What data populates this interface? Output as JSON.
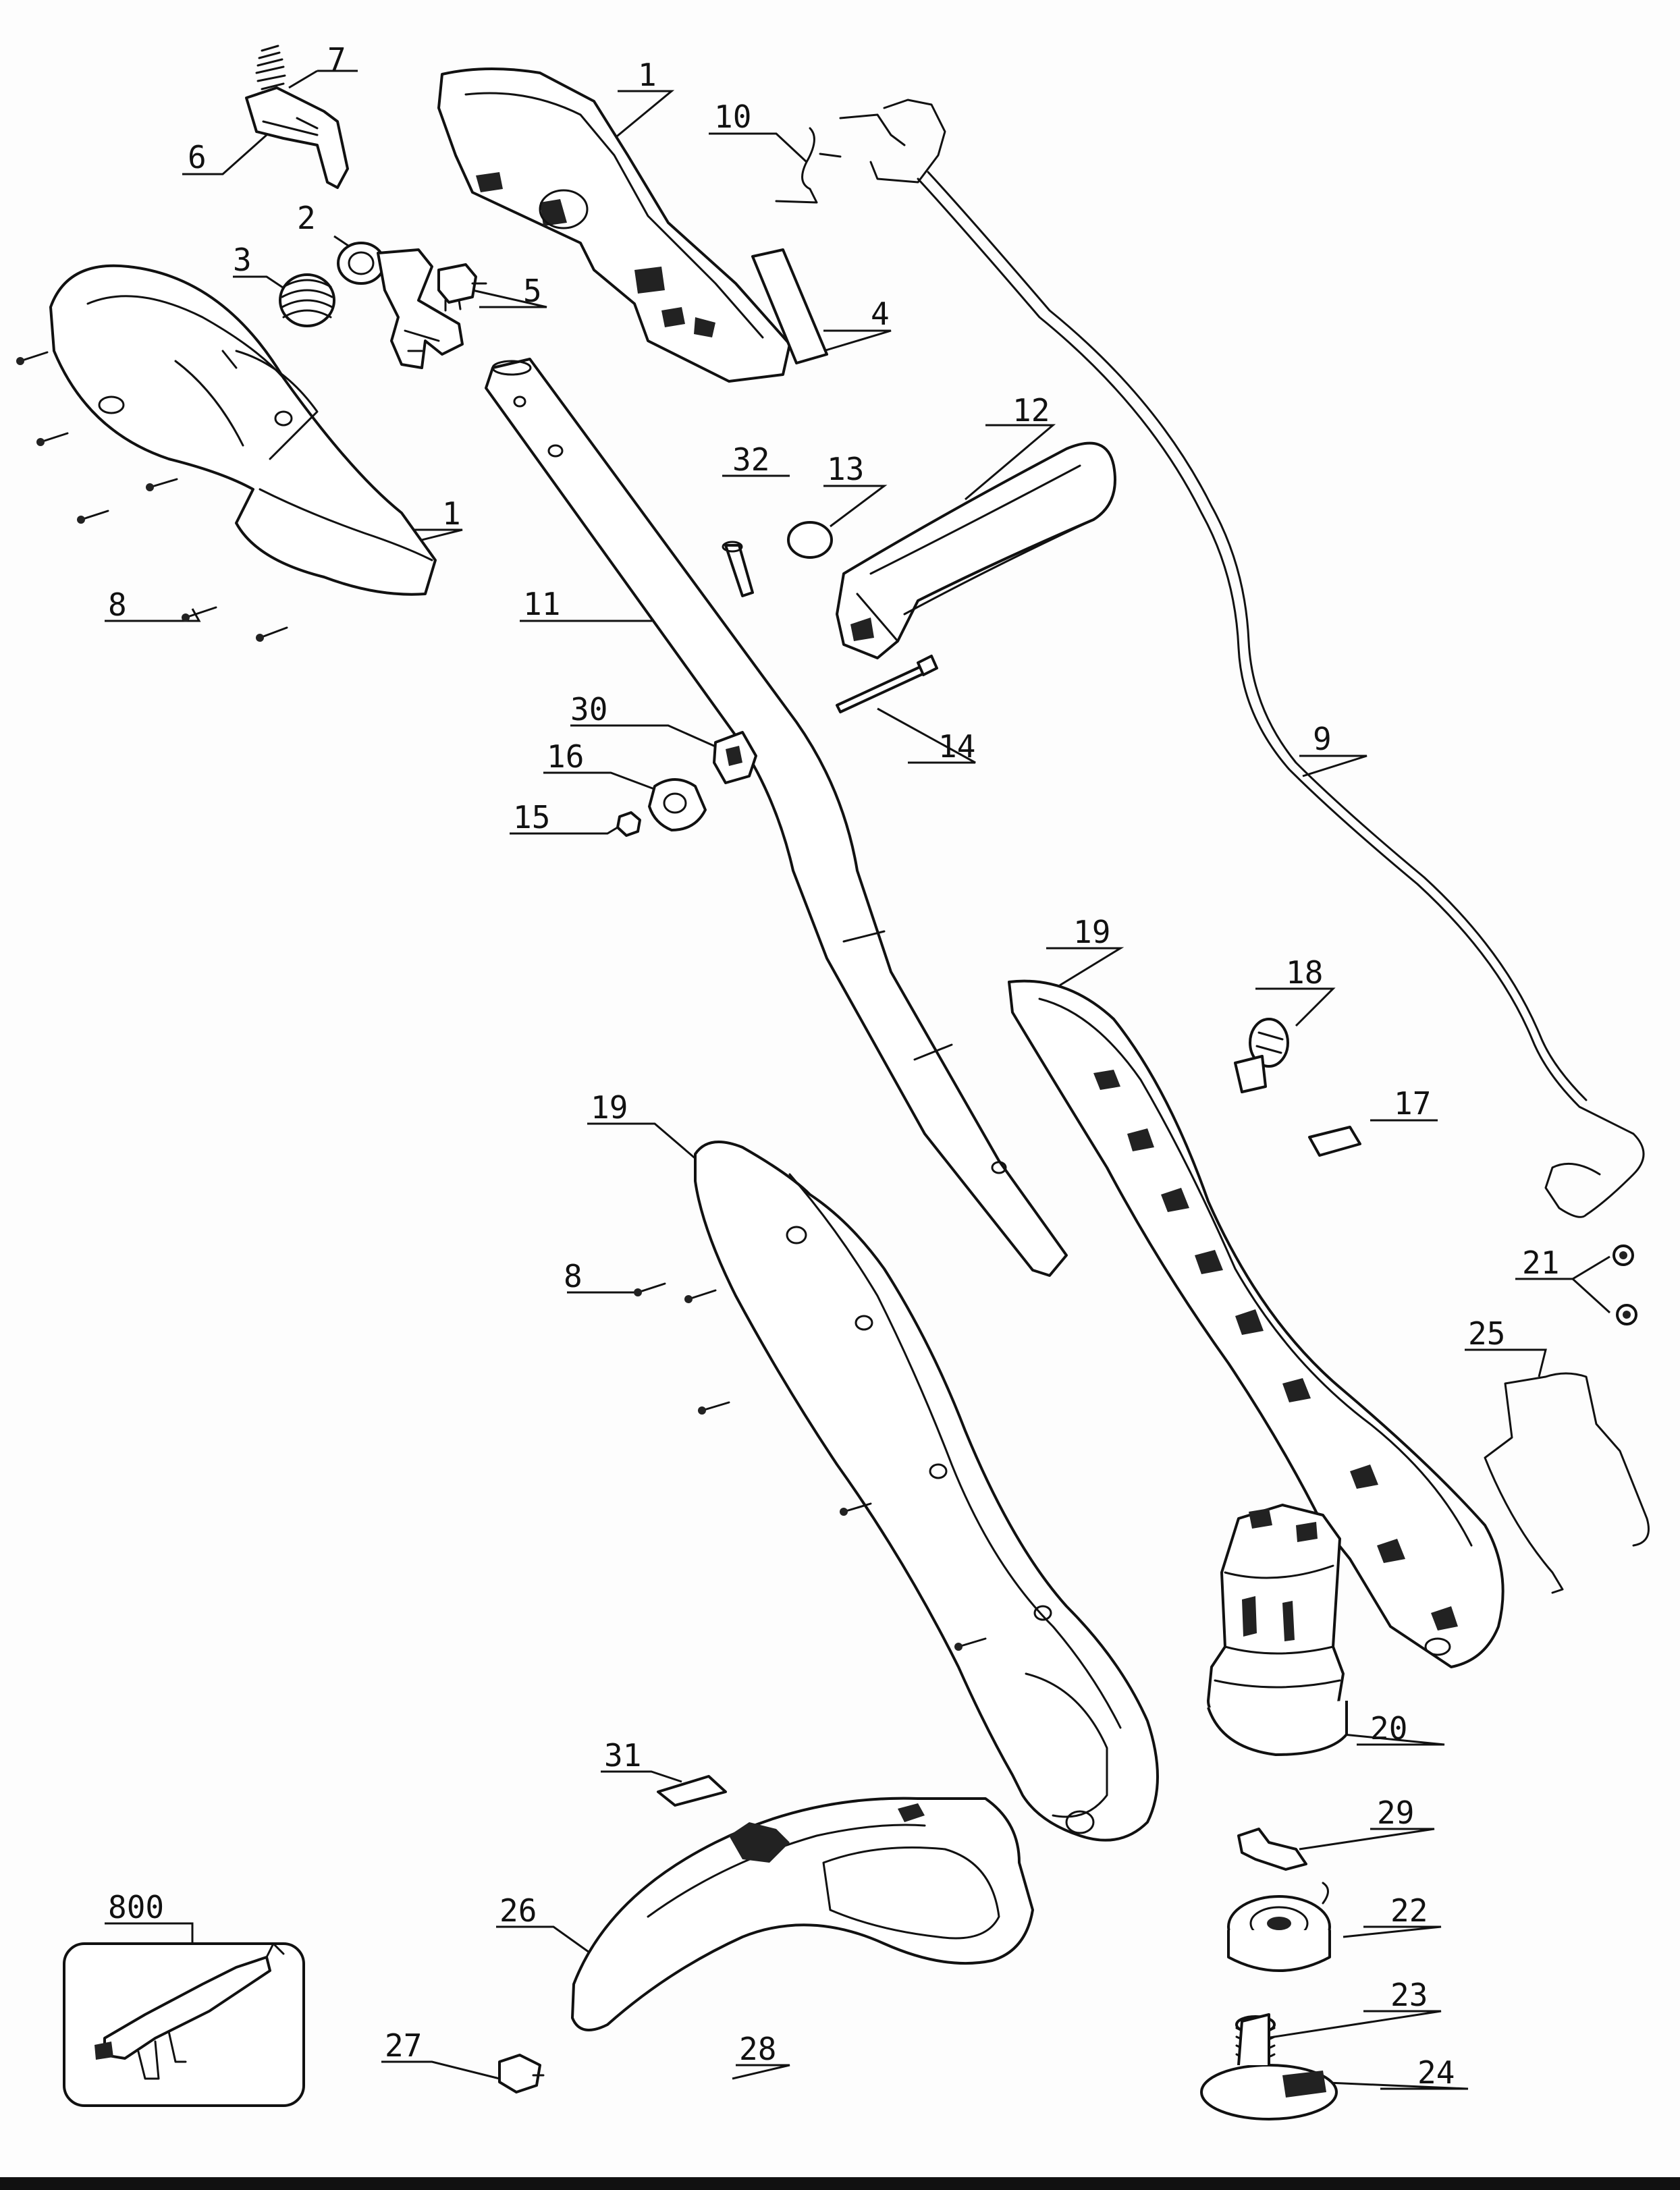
{
  "callouts": {
    "c1a": "1",
    "c1b": "1",
    "c2": "2",
    "c3": "3",
    "c4": "4",
    "c5": "5",
    "c6": "6",
    "c7": "7",
    "c8a": "8",
    "c8b": "8",
    "c9": "9",
    "c10": "10",
    "c11": "11",
    "c12": "12",
    "c13": "13",
    "c14": "14",
    "c15": "15",
    "c16": "16",
    "c17": "17",
    "c18": "18",
    "c19a": "19",
    "c19b": "19",
    "c20": "20",
    "c21": "21",
    "c22": "22",
    "c23": "23",
    "c24": "24",
    "c25": "25",
    "c26": "26",
    "c27": "27",
    "c28": "28",
    "c29": "29",
    "c30": "30",
    "c31": "31",
    "c32": "32",
    "c800": "800"
  }
}
